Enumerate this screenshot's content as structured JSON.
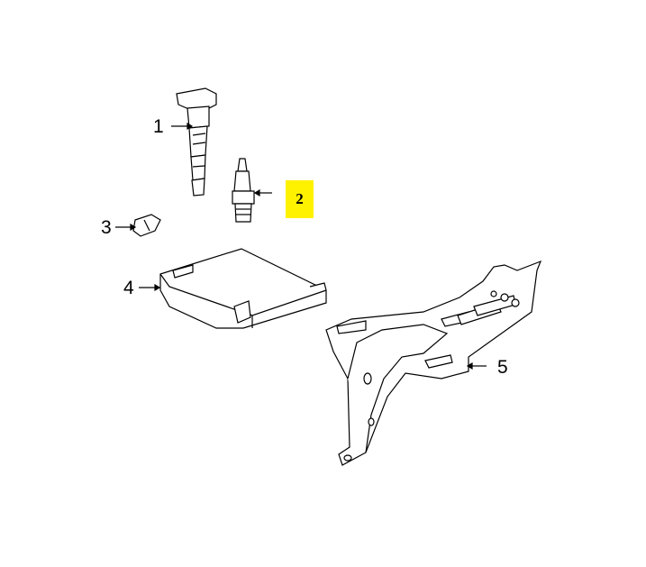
{
  "callouts": [
    {
      "number": "1",
      "part": "ignition-coil"
    },
    {
      "number": "2",
      "part": "spark-plug",
      "highlighted": true
    },
    {
      "number": "3",
      "part": "connector-clip"
    },
    {
      "number": "4",
      "part": "engine-control-module"
    },
    {
      "number": "5",
      "part": "mounting-bracket"
    }
  ],
  "colors": {
    "highlight": "#fff200",
    "line": "#000000"
  }
}
